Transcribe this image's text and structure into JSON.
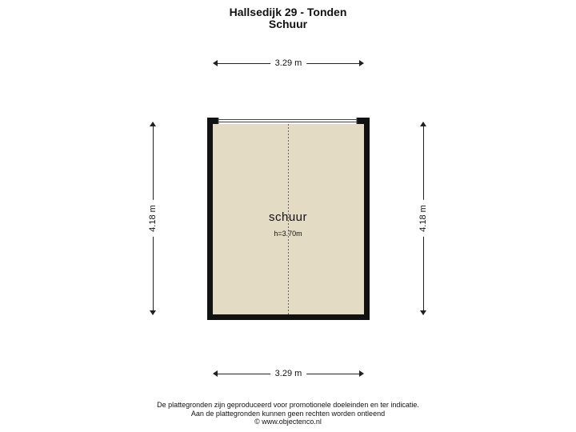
{
  "header": {
    "title": "Hallsedijk 29 - Tonden",
    "subtitle": "Schuur"
  },
  "dimensions": {
    "top_width": "3.29 m",
    "bottom_width": "3.29 m",
    "left_depth": "4.18 m",
    "right_depth": "4.18 m"
  },
  "room": {
    "name": "schuur",
    "height": "h=3.70m"
  },
  "footer": {
    "line1": "De plattegronden zijn geproduceerd voor promotionele doeleinden en ter indicatie.",
    "line2": "Aan de plattegronden kunnen geen rechten worden ontleend",
    "line3": "© www.objectenco.nl"
  },
  "colors": {
    "floor": "#e3dbc3",
    "wall": "#111111"
  }
}
